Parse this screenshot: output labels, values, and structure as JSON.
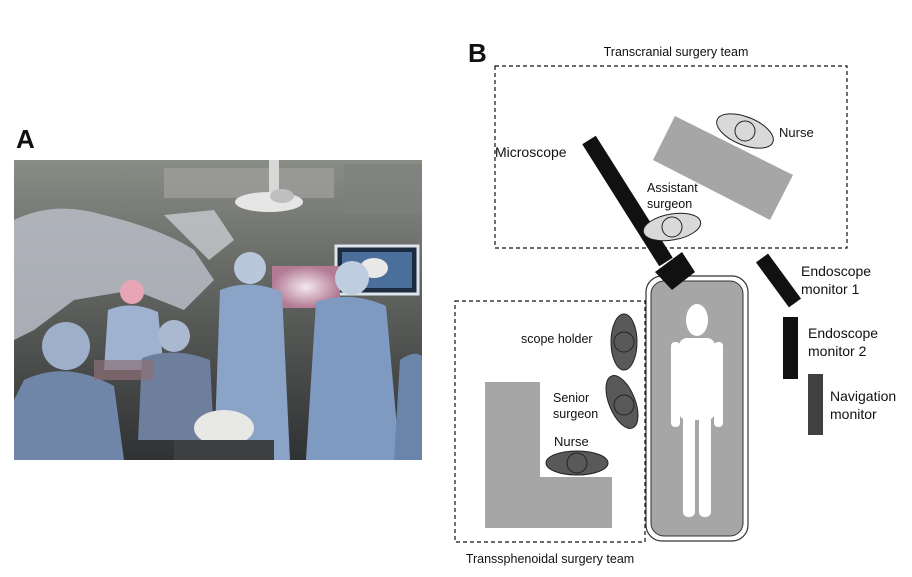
{
  "panels": {
    "a_label": "A",
    "b_label": "B"
  },
  "photo": {
    "description_icon": "operating-room-photo"
  },
  "diagram": {
    "transcranial_team_label": "Transcranial surgery team",
    "transsphenoidal_team_label": "Transsphenoidal surgery team",
    "microscope_label": "Microscope",
    "nurse_top_label": "Nurse",
    "assistant_label_line1": "Assistant",
    "assistant_label_line2": "surgeon",
    "endoscope1_line1": "Endoscope",
    "endoscope1_line2": "monitor 1",
    "endoscope2_line1": "Endoscope",
    "endoscope2_line2": "monitor 2",
    "navigation_line1": "Navigation",
    "navigation_line2": "monitor",
    "scope_holder_label": "scope holder",
    "senior_label_line1": "Senior",
    "senior_label_line2": "surgeon",
    "nurse_bottom_label": "Nurse"
  },
  "colors": {
    "light_gray": "#a6a6a6",
    "dark_gray": "#595959",
    "ellipse_light": "#d9d9d9",
    "black": "#111111"
  }
}
